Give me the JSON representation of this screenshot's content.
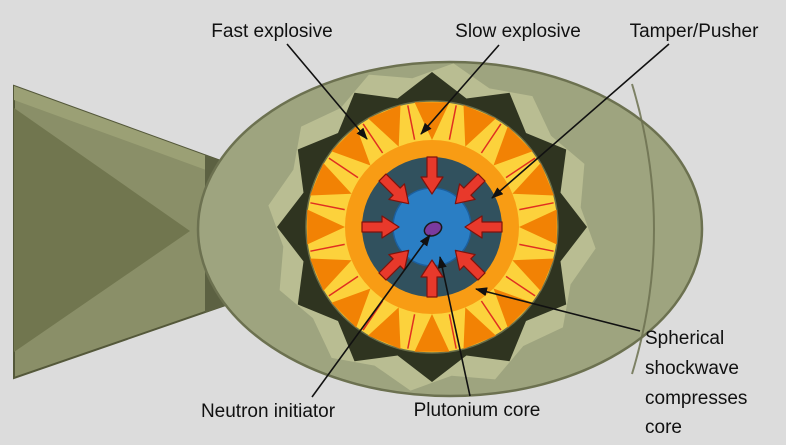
{
  "colors": {
    "bg": "#dcdcdc",
    "body": "#9ea47f",
    "bodyline": "#6c7150",
    "tailmain": "#8a8f68",
    "tailstroke": "#54583a",
    "taillight": "#9ba075",
    "taildark": "#71764f",
    "tailedge": "#5c6142",
    "cutlight": "#b9bd92",
    "cutdark": "#2f3420",
    "fast": "#fcd23c",
    "lens": "#f28204",
    "slow": "#f89c14",
    "tamper": "#31515e",
    "core": "#2a7ec4",
    "initiator": "#7a3a9e",
    "arrow": "#e8392b",
    "arrowline": "#7e120c",
    "divider": "#e03020",
    "label": "#111111"
  },
  "labels": {
    "fast_explosive": "Fast explosive",
    "slow_explosive": "Slow explosive",
    "tamper_pusher": "Tamper/Pusher",
    "neutron_initiator": "Neutron initiator",
    "plutonium_core": "Plutonium core",
    "shockwave": {
      "lines": [
        "Spherical",
        "shockwave",
        "compresses",
        "core"
      ]
    }
  }
}
